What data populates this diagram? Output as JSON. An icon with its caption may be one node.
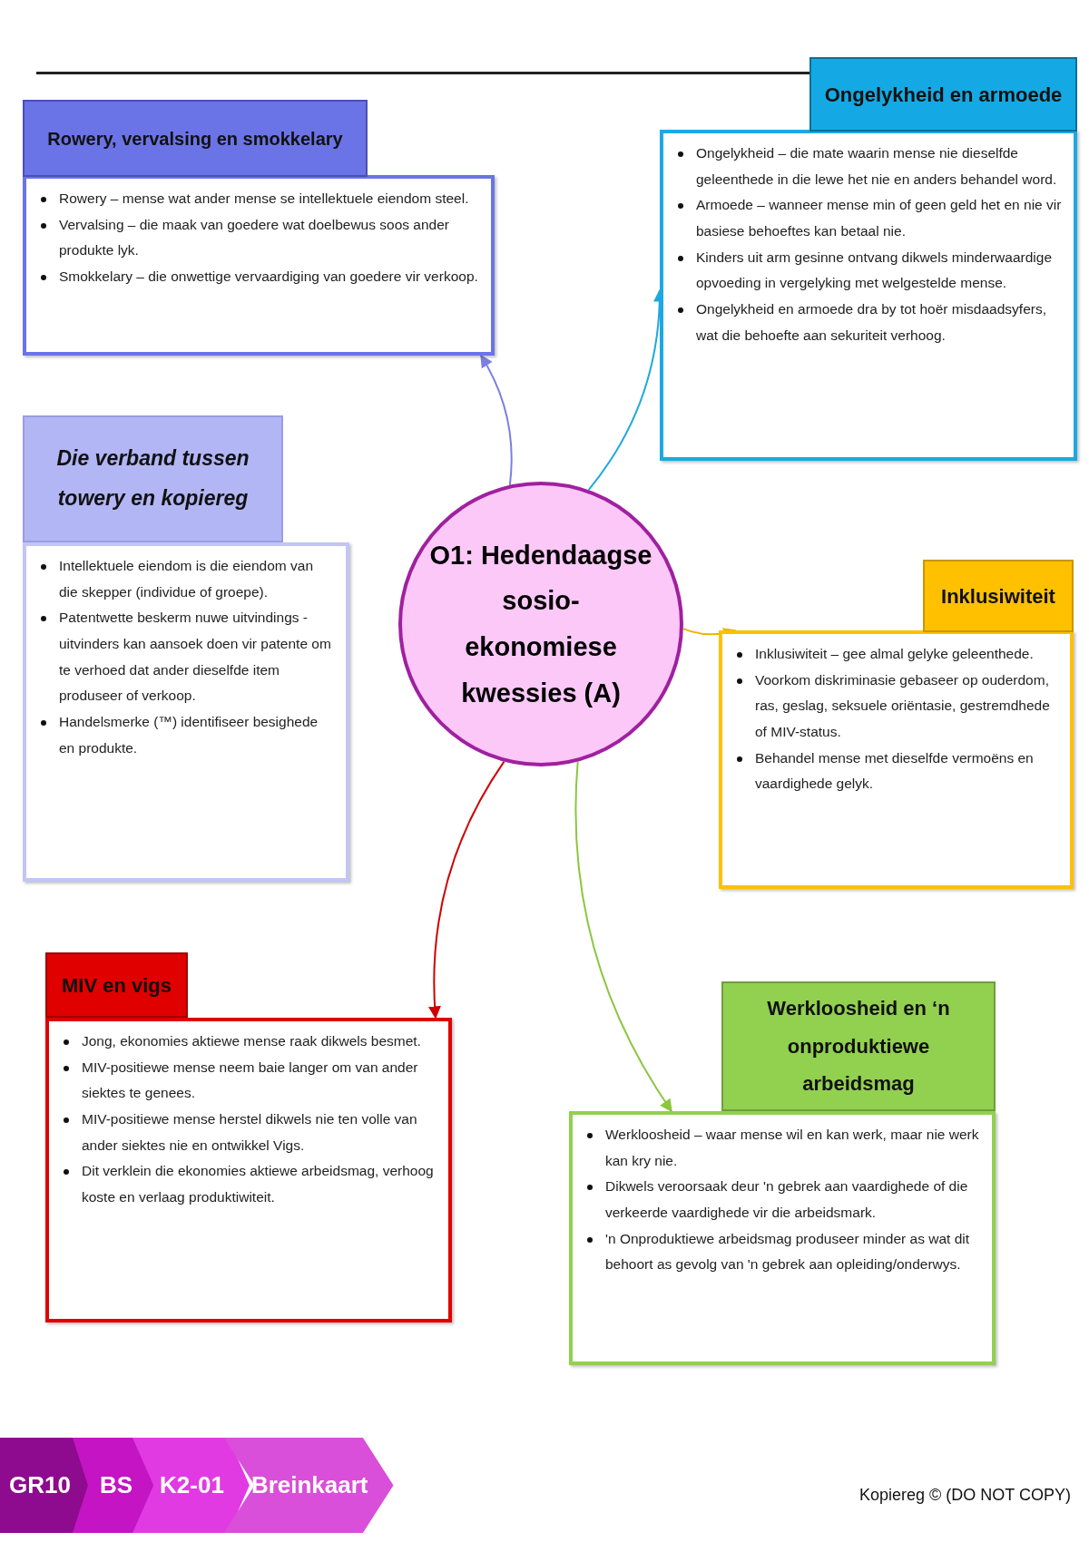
{
  "diagram": {
    "nodes": [
      {
        "text": [
          "Rowery, vervalsing en smokkelary"
        ]
      },
      {
        "text": [
          "Rowery – mense wat ander mense se intellektuele eiendom steel.",
          "Vervalsing – die maak van goedere wat doelbewus soos ander produkte lyk.",
          "Smokkelary – die onwettige vervaardiging van goedere vir verkoop."
        ]
      },
      {
        "text": [
          "Ongelykheid en armoede"
        ]
      },
      {
        "text": [
          "Ongelykheid – die mate waarin mense nie dieselfde geleenthede in die lewe het nie en anders behandel word.",
          "Armoede – wanneer mense min of geen geld het en nie vir basiese behoeftes kan betaal nie.",
          "Kinders uit arm gesinne ontvang dikwels minderwaardige opvoeding in vergelyking met welgestelde mense.",
          "Ongelykheid en armoede dra by tot hoër misdaadsyfers, wat die behoefte aan sekuriteit verhoog."
        ]
      },
      {
        "text": [
          "Die verband tussen towery en kopiereg"
        ]
      },
      {
        "text": [
          "Intellektuele eiendom is die eiendom van die skepper (individue of groepe).",
          "Patentwette beskerm nuwe uitvindings - uitvinders kan aansoek doen vir patente om te verhoed dat ander dieselfde item produseer of verkoop.",
          "Handelsmerke (™) identifiseer besighede en produkte."
        ]
      },
      {
        "text": [
          "O1: Hedendaagse sosio-ekonomiese kwessies (A)"
        ]
      },
      {
        "text": [
          "Inklusiwiteit"
        ]
      },
      {
        "text": [
          "Inklusiwiteit – gee almal gelyke geleenthede.",
          "Voorkom diskriminasie gebaseer op ouderdom, ras, geslag, seksuele oriëntasie, gestremdhede of MIV-status.",
          "Behandel mense met dieselfde vermoëns en vaardighede gelyk."
        ]
      },
      {
        "text": [
          "MIV en vigs"
        ]
      },
      {
        "text": [
          "Jong, ekonomies aktiewe mense raak dikwels besmet.",
          "MIV-positiewe mense neem baie langer om van ander siektes te genees.",
          "MIV-positiewe mense herstel dikwels nie ten volle van ander siektes nie en ontwikkel Vigs.",
          "Dit verklein die ekonomies aktiewe arbeidsmag, verhoog koste en verlaag produktiwiteit."
        ]
      },
      {
        "text": [
          "Werkloosheid en ‘n onproduktiewe arbeidsmag"
        ]
      },
      {
        "text": [
          "Werkloosheid – waar mense wil en kan werk, maar nie werk kan kry nie.",
          "Dikwels veroorsaak deur 'n gebrek aan vaardighede of die verkeerde vaardighede vir die arbeidsmark.",
          "'n Onproduktiewe arbeidsmag produseer minder as wat dit behoort as gevolg van 'n gebrek aan opleiding/onderwys."
        ]
      }
    ],
    "edges": [
      {
        "from": 6,
        "to": 1,
        "arrow": "to",
        "color": "#7b7fe0"
      },
      {
        "from": 6,
        "to": 3,
        "arrow": "to",
        "color": "#1fa8e0"
      },
      {
        "from": 6,
        "to": 8,
        "arrow": "to",
        "color": "#f0b400"
      },
      {
        "from": 6,
        "to": 10,
        "arrow": "to",
        "color": "#d00000"
      },
      {
        "from": 6,
        "to": 12,
        "arrow": "to",
        "color": "#8cc63f"
      }
    ],
    "labels": [
      "GR10",
      "BS",
      "K2-01",
      "Breinkaart",
      "Kopiereg © (DO NOT COPY)"
    ]
  }
}
